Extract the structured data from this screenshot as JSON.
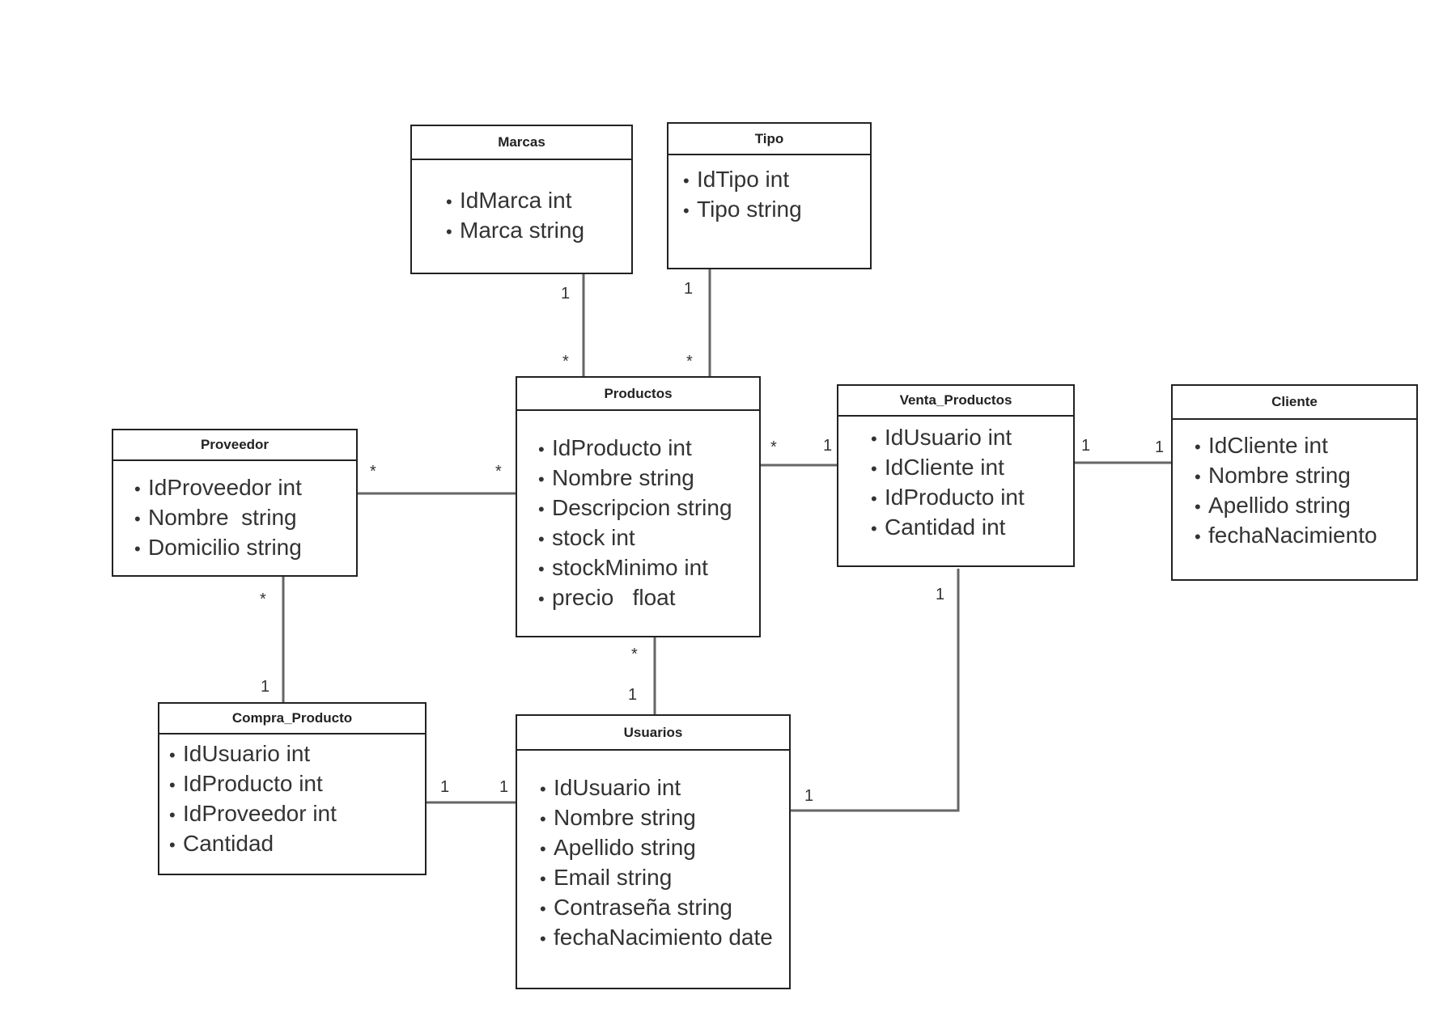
{
  "entities": {
    "marcas": {
      "title": "Marcas",
      "attributes": [
        "IdMarca int",
        "Marca string"
      ]
    },
    "tipo": {
      "title": "Tipo",
      "attributes": [
        "IdTipo int",
        "Tipo string"
      ]
    },
    "productos": {
      "title": "Productos",
      "attributes": [
        "IdProducto int",
        "Nombre string",
        "Descripcion string",
        "stock int",
        "stockMinimo int",
        "precio   float"
      ]
    },
    "proveedor": {
      "title": "Proveedor",
      "attributes": [
        "IdProveedor int",
        "Nombre  string",
        "Domicilio string"
      ]
    },
    "venta_productos": {
      "title": "Venta_Productos",
      "attributes": [
        "IdUsuario int",
        "IdCliente int",
        "IdProducto int",
        "Cantidad int"
      ]
    },
    "cliente": {
      "title": "Cliente",
      "attributes": [
        "IdCliente int",
        "Nombre string",
        "Apellido string",
        "fechaNacimiento"
      ]
    },
    "compra_producto": {
      "title": "Compra_Producto",
      "attributes": [
        "IdUsuario int",
        "IdProducto int",
        "IdProveedor int",
        "Cantidad"
      ]
    },
    "usuarios": {
      "title": "Usuarios",
      "attributes": [
        "IdUsuario int",
        "Nombre string",
        "Apellido string",
        "Email string",
        "Contraseña string",
        "fechaNacimiento date"
      ]
    }
  },
  "relationships": [
    {
      "from": "Marcas",
      "to": "Productos",
      "from_multiplicity": "1",
      "to_multiplicity": "*"
    },
    {
      "from": "Tipo",
      "to": "Productos",
      "from_multiplicity": "1",
      "to_multiplicity": "*"
    },
    {
      "from": "Proveedor",
      "to": "Productos",
      "from_multiplicity": "*",
      "to_multiplicity": "*"
    },
    {
      "from": "Productos",
      "to": "Venta_Productos",
      "from_multiplicity": "*",
      "to_multiplicity": "1"
    },
    {
      "from": "Venta_Productos",
      "to": "Cliente",
      "from_multiplicity": "1",
      "to_multiplicity": "1"
    },
    {
      "from": "Proveedor",
      "to": "Compra_Producto",
      "from_multiplicity": "*",
      "to_multiplicity": "1"
    },
    {
      "from": "Productos",
      "to": "Usuarios",
      "from_multiplicity": "*",
      "to_multiplicity": "1"
    },
    {
      "from": "Compra_Producto",
      "to": "Usuarios",
      "from_multiplicity": "1",
      "to_multiplicity": "1"
    },
    {
      "from": "Venta_Productos",
      "to": "Usuarios",
      "from_multiplicity": "1",
      "to_multiplicity": "1"
    }
  ],
  "colors": {
    "border": "#222222",
    "connector": "#666666",
    "text": "#333333",
    "background": "#ffffff"
  }
}
